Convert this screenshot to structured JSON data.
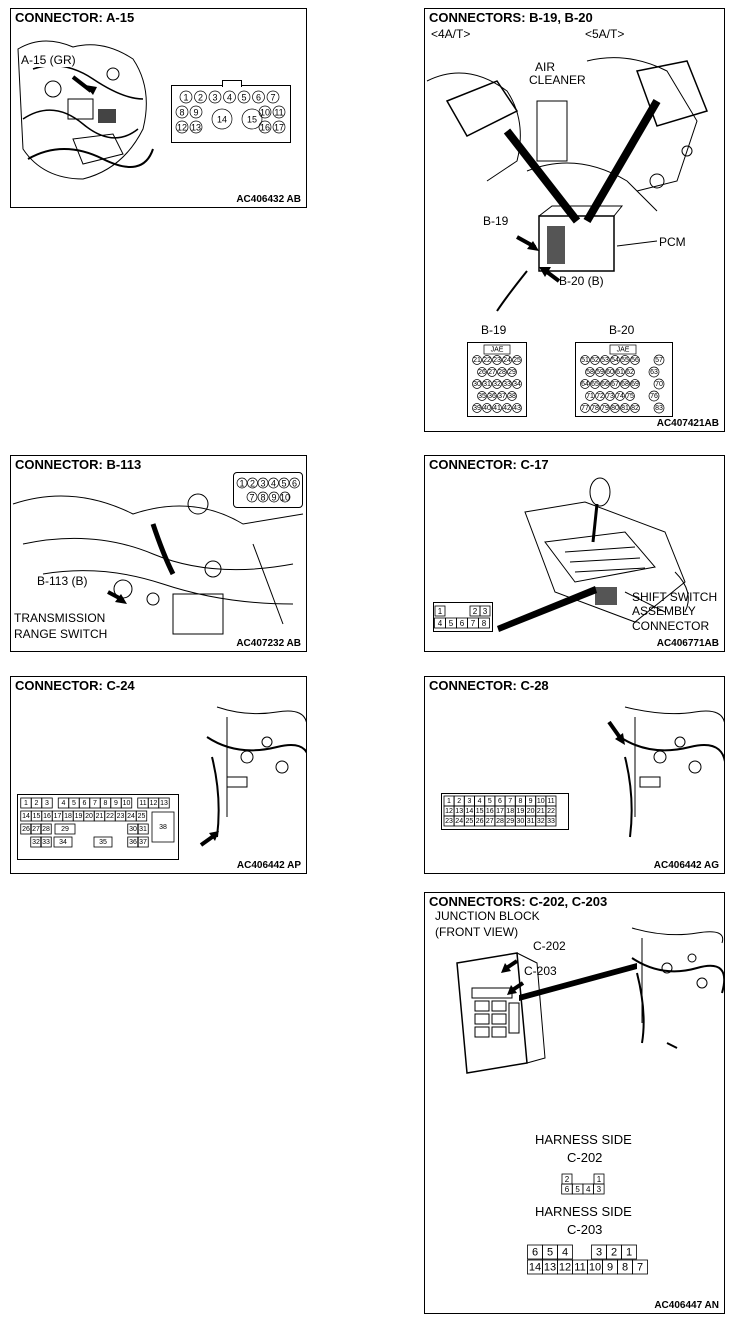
{
  "panels": {
    "a15": {
      "title": "CONNECTOR: A-15",
      "callout": "A-15 (GR)",
      "code": "AC406432 AB",
      "pins_top": [
        "1",
        "2",
        "3",
        "4",
        "5",
        "6",
        "7"
      ],
      "pins_mid": [
        "8",
        "9",
        "10",
        "11"
      ],
      "pins_bot": [
        "12",
        "13",
        "14",
        "15",
        "16",
        "17"
      ]
    },
    "b19b20": {
      "title": "CONNECTORS: B-19, B-20",
      "tag_4at": "<4A/T>",
      "tag_5at": "<5A/T>",
      "air_cleaner": [
        "AIR",
        "CLEANER"
      ],
      "callout_b19": "B-19",
      "callout_b20": "B-20 (B)",
      "pcm": "PCM",
      "conn_b19": "B-19",
      "conn_b20": "B-20",
      "jae": "JAE",
      "b19_rows": [
        [
          "21",
          "22",
          "23",
          "24",
          "25"
        ],
        [
          "26",
          "27",
          "28",
          "29"
        ],
        [
          "30",
          "31",
          "32",
          "33",
          "34"
        ],
        [
          "35",
          "36",
          "37",
          "38"
        ],
        [
          "39",
          "40",
          "41",
          "42",
          "43"
        ]
      ],
      "b20_rows": [
        [
          "51",
          "52",
          "53",
          "54",
          "55",
          "56"
        ],
        [
          "58",
          "59",
          "60",
          "61",
          "62"
        ],
        [
          "64",
          "65",
          "66",
          "67",
          "68",
          "69"
        ],
        [
          "71",
          "72",
          "73",
          "74",
          "75"
        ],
        [
          "77",
          "78",
          "79",
          "80",
          "81",
          "82"
        ]
      ],
      "b20_side": [
        "57",
        "63",
        "70",
        "76",
        "83"
      ],
      "code": "AC407421AB"
    },
    "b113": {
      "title": "CONNECTOR: B-113",
      "callout": "B-113 (B)",
      "switch_label": [
        "TRANSMISSION",
        "RANGE SWITCH"
      ],
      "pins_top": [
        "1",
        "2",
        "3",
        "4",
        "5",
        "6"
      ],
      "pins_bot": [
        "7",
        "8",
        "9",
        "10"
      ],
      "code": "AC407232 AB"
    },
    "c17": {
      "title": "CONNECTOR: C-17",
      "label": [
        "SHIFT SWITCH",
        "ASSEMBLY",
        "CONNECTOR"
      ],
      "pins_top": [
        "1",
        "2",
        "3"
      ],
      "pins_bot": [
        "4",
        "5",
        "6",
        "7",
        "8"
      ],
      "code": "AC406771AB"
    },
    "c24": {
      "title": "CONNECTOR: C-24",
      "row1": [
        "1",
        "2",
        "3",
        "4",
        "5",
        "6",
        "7",
        "8",
        "9",
        "10",
        "11",
        "12",
        "13"
      ],
      "row2": [
        "14",
        "15",
        "16",
        "17",
        "18",
        "19",
        "20",
        "21",
        "22",
        "23",
        "24",
        "25"
      ],
      "row3": [
        "26",
        "27",
        "28",
        "29",
        "30",
        "31"
      ],
      "row4": [
        "32",
        "33",
        "34",
        "35",
        "36",
        "37"
      ],
      "big": "38",
      "code": "AC406442 AP"
    },
    "c28": {
      "title": "CONNECTOR: C-28",
      "row1": [
        "1",
        "2",
        "3",
        "4",
        "5",
        "6",
        "7",
        "8",
        "9",
        "10",
        "11"
      ],
      "row2": [
        "12",
        "13",
        "14",
        "15",
        "16",
        "17",
        "18",
        "19",
        "20",
        "21",
        "22"
      ],
      "row3": [
        "23",
        "24",
        "25",
        "26",
        "27",
        "28",
        "29",
        "30",
        "31",
        "32",
        "33"
      ],
      "code": "AC406442 AG"
    },
    "c202": {
      "title": "CONNECTORS: C-202, C-203",
      "subtitle": [
        "JUNCTION BLOCK",
        "(FRONT VIEW)"
      ],
      "callout_c202": "C-202",
      "callout_c203": "C-203",
      "harness1": "HARNESS SIDE",
      "name1": "C-202",
      "c202_top": [
        "2",
        "1"
      ],
      "c202_bot": [
        "6",
        "5",
        "4",
        "3"
      ],
      "harness2": "HARNESS SIDE",
      "name2": "C-203",
      "c203_top": [
        "6",
        "5",
        "4",
        "3",
        "2",
        "1"
      ],
      "c203_bot": [
        "14",
        "13",
        "12",
        "11",
        "10",
        "9",
        "8",
        "7"
      ],
      "code": "AC406447 AN"
    }
  }
}
